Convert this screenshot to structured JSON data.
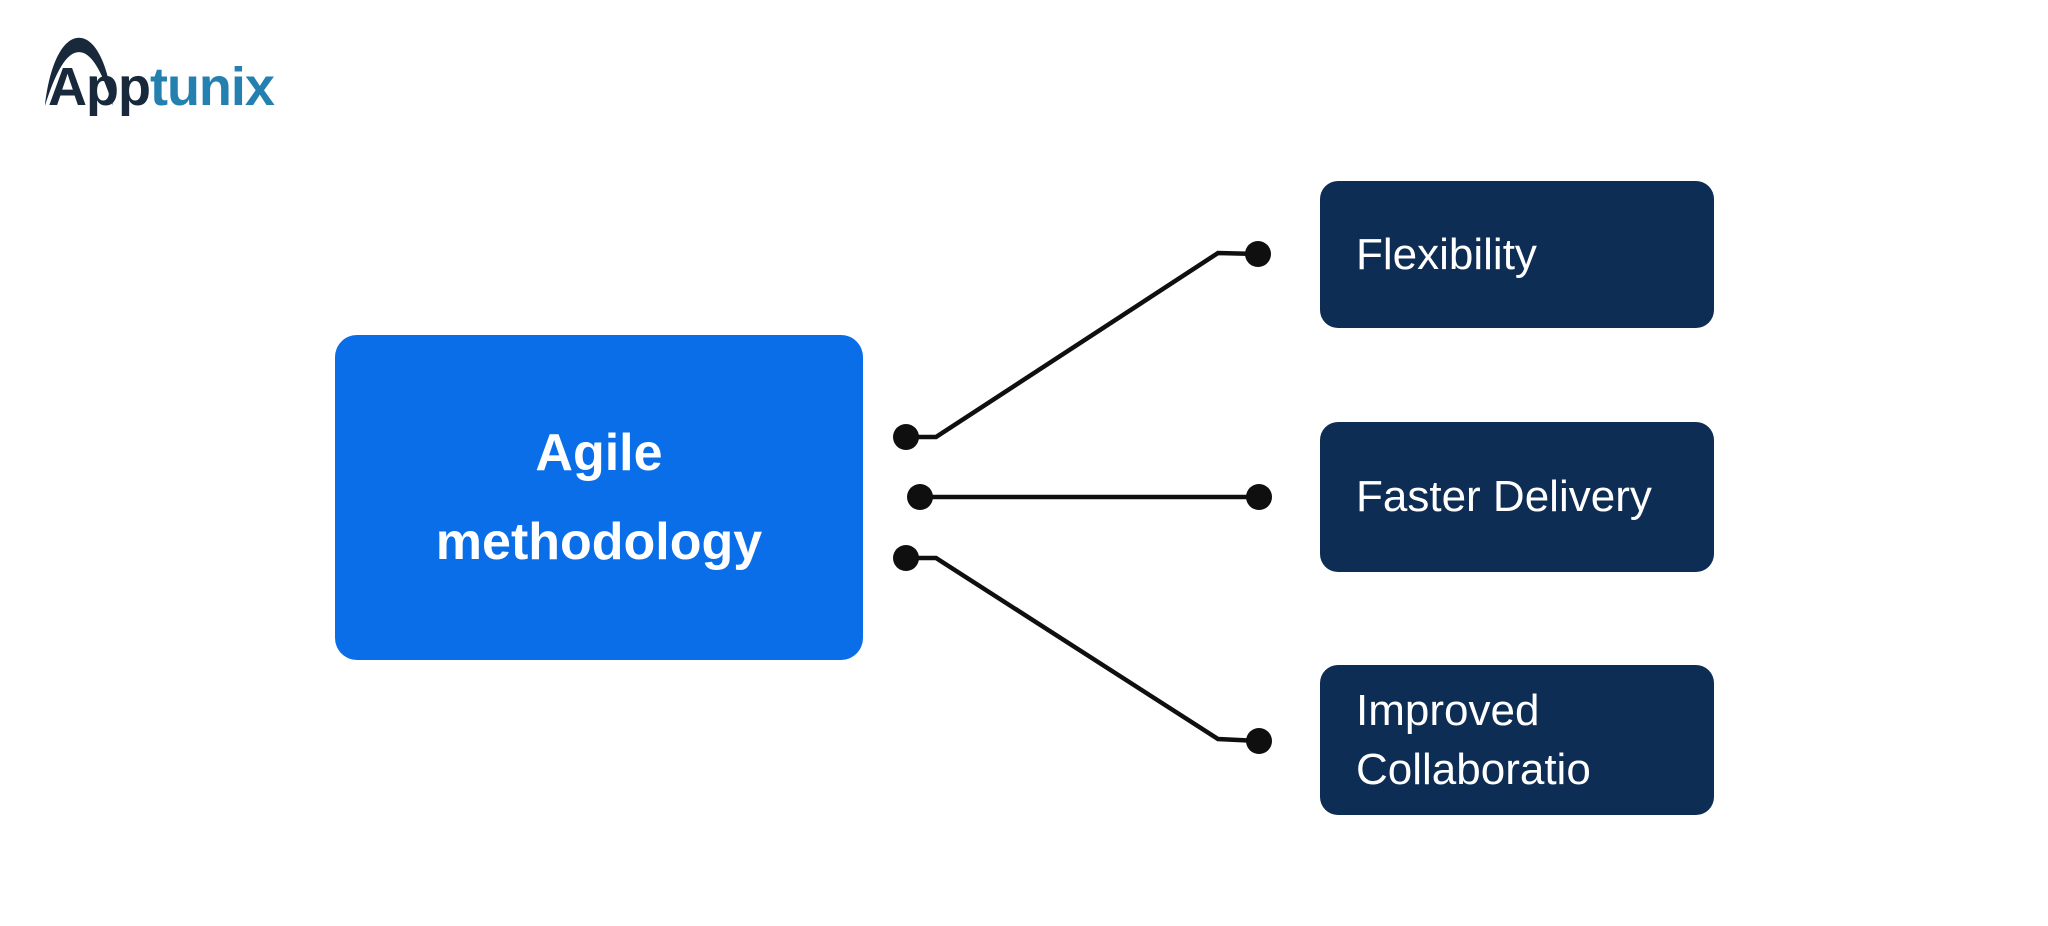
{
  "logo": {
    "text_dark": "App",
    "text_blue": "tunix",
    "alt": "Apptunix logo"
  },
  "colors": {
    "root_bg": "#0a6ee9",
    "node_bg": "#0e2d54",
    "node_text": "#ffffff",
    "connector": "#0f0f0f",
    "logo_dark": "#17293b",
    "logo_blue": "#2380af"
  },
  "diagram": {
    "root": {
      "label": "Agile methodology"
    },
    "nodes": [
      {
        "label": "Flexibility"
      },
      {
        "label": "Faster Delivery"
      },
      {
        "label": "Improved Collaboratio"
      }
    ]
  }
}
